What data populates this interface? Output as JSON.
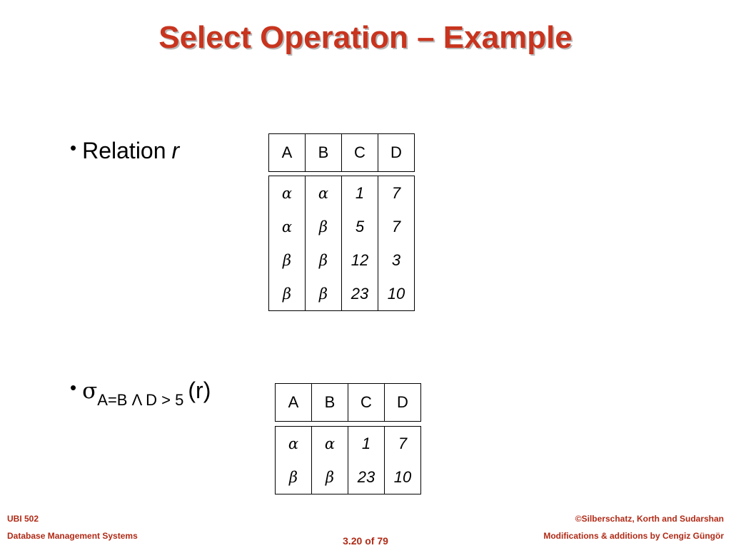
{
  "slide": {
    "title": "Select Operation – Example",
    "bullet1": {
      "marker": "•",
      "text": "Relation",
      "var": "r"
    },
    "bullet2": {
      "marker": "•",
      "sigma": "σ",
      "condition": "A=B Λ D > 5",
      "arg": "(r)"
    }
  },
  "relation_r": {
    "columns": [
      "A",
      "B",
      "C",
      "D"
    ],
    "rows": [
      [
        "α",
        "α",
        "1",
        "7"
      ],
      [
        "α",
        "β",
        "5",
        "7"
      ],
      [
        "β",
        "β",
        "12",
        "3"
      ],
      [
        "β",
        "β",
        "23",
        "10"
      ]
    ]
  },
  "result": {
    "columns": [
      "A",
      "B",
      "C",
      "D"
    ],
    "rows": [
      [
        "α",
        "α",
        "1",
        "7"
      ],
      [
        "β",
        "β",
        "23",
        "10"
      ]
    ]
  },
  "footer": {
    "course": "UBI 502",
    "course_name": "Database Management Systems",
    "page": "3.20 of 79",
    "copyright": "©Silberschatz, Korth and Sudarshan",
    "mods": "Modifications & additions by Cengiz Güngör"
  },
  "colors": {
    "title": "#c8341e",
    "footer": "#b02a16"
  }
}
